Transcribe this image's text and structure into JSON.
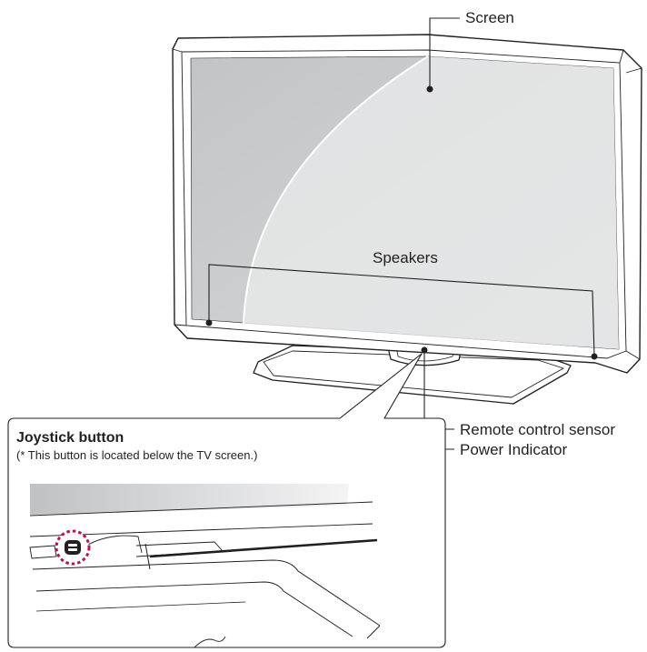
{
  "labels": {
    "screen": "Screen",
    "speakers": "Speakers",
    "remote_sensor": "Remote control sensor",
    "power_indicator": "Power Indicator"
  },
  "inset": {
    "title": "Joystick button",
    "note": "(* This button is located below the TV screen.)"
  },
  "colors": {
    "line": "#231f20",
    "screen_fill": "#cfd1d2",
    "highlight": "#e6e7e8",
    "button_ring": "#b1175a"
  }
}
